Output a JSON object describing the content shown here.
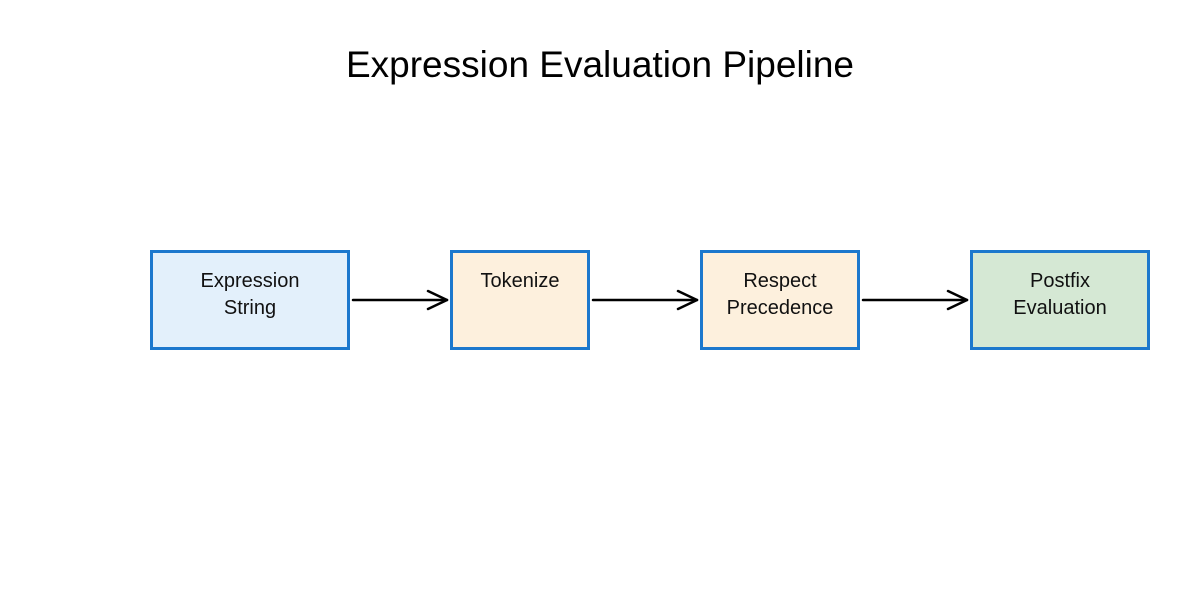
{
  "title": "Expression Evaluation Pipeline",
  "colors": {
    "node_border": "#1c78cd",
    "arrow": "#000000",
    "title_text": "#000000",
    "background": "#ffffff"
  },
  "nodes": [
    {
      "id": "expression-string",
      "lines": [
        "Expression",
        "String"
      ],
      "fill": "#e3f0fb"
    },
    {
      "id": "tokenize",
      "lines": [
        "Tokenize"
      ],
      "fill": "#fdf0dd"
    },
    {
      "id": "respect-precedence",
      "lines": [
        "Respect",
        "Precedence"
      ],
      "fill": "#fdf0dd"
    },
    {
      "id": "postfix-evaluation",
      "lines": [
        "Postfix",
        "Evaluation"
      ],
      "fill": "#d5e8d4"
    }
  ],
  "arrows": [
    {
      "from": "expression-string",
      "to": "tokenize"
    },
    {
      "from": "tokenize",
      "to": "respect-precedence"
    },
    {
      "from": "respect-precedence",
      "to": "postfix-evaluation"
    }
  ]
}
